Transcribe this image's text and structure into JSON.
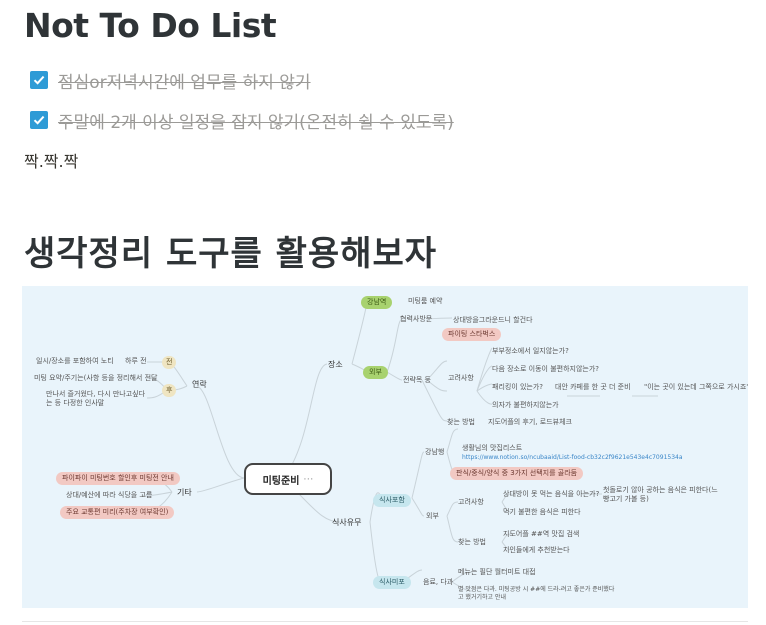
{
  "page": {
    "title": "Not To Do List",
    "todos": [
      {
        "text": "점심or저녁시간에 업무를 하지 않기",
        "checked": true
      },
      {
        "text": "주말에 2개 이상 일정을 잡지 않기(온전히 쉴 수 있도록)",
        "checked": true
      }
    ],
    "paragraph": "짝.짝.짝",
    "heading": "생각정리 도구를 활용해보자"
  },
  "mindmap": {
    "center": "미팅준비",
    "center_icons": "⋯",
    "branches": {
      "jangso": "장소",
      "jangso_sub": [
        "강남역",
        "외부"
      ],
      "reserve": "미팅룸 예약",
      "consider": "협력사방문",
      "consider_note": "상대방을그라운드니 할건다",
      "starbucks": "파이팅 스타벅스",
      "env": "전략목 등",
      "cafe_items": [
        "부부정소에서 일지않는가?",
        "다음 장소로 이동이 불편하지않는가?",
        "패리킹이 있는가?",
        "의자가 불편하지않는가"
      ],
      "cafe_root": "고려사항",
      "cafe_extra": "대안 카페를 한 곳 더 준비",
      "cafe_extra_note": "\"이는 곳이 있는데 그쪽으로 가시죠\"",
      "find": "찾는 방법",
      "find_note": "지도어플의 후기, 로드뷰체크",
      "contact": "연락",
      "contact_items": [
        {
          "label": "전",
          "note": "일시/장소를 포함하여 노티",
          "when": "하루 전"
        },
        {
          "label": "후",
          "note": "미팅 요약/주기는(사항 등을 정리해서 전달"
        },
        {
          "label": "",
          "note": "만나서 즐거웠다, 다시 만나고싶다는 등 다정한 인사말"
        }
      ],
      "etc": "기타",
      "etc_items": [
        "파이파이 미팅번호 할인후 미팅전 안내",
        "상대/예산에 따라 식당을 고름",
        "주요 교통편 미리(주차장 여부확인)"
      ],
      "meal": "식사유무",
      "meal_sub": [
        "식사포함",
        "식사미포"
      ],
      "gangnam": "강남행",
      "gangnam_note": "생활님의 맛집리스트",
      "gangnam_url": "https://www.notion.so/ncubaaid/List-food-cb32c2f9621e543e4c7091534a96dee66",
      "menu_note": "판식/중식/양식 중 3가지 선택지를 골라둠",
      "outside": "외부",
      "meal_consider": "고려사항",
      "meal_consider_a": "상대방이 못 먹는 음식을 아는가?",
      "meal_consider_a_note": "첫돌로기 않아 공하는 음식은 피한다(느 빵고기 가볼 등)",
      "meal_consider_b": "먹기 불편한 음식은 피한다",
      "meal_find": "찾는 방법",
      "meal_find_a": "지도어플 ##역 맛집 검색",
      "meal_find_b": "지인들에게 추천받는다",
      "nomeal_root": "음료, 다과",
      "nomeal_a": "메뉴는 필단 월터미트 대접",
      "nomeal_b": "별 맛점은 다과. 미팅공방 시 ##에 드라-려고 좋은가 준비했다고 했거기하고 안내"
    }
  },
  "colors": {
    "checkbox": "#2e9bd6",
    "mindmap_bg": "#e9f4fb",
    "green": "#a8d26f",
    "pink": "#f2c9c3",
    "cyan": "#c6e6ee",
    "beige": "#efe5c2"
  }
}
